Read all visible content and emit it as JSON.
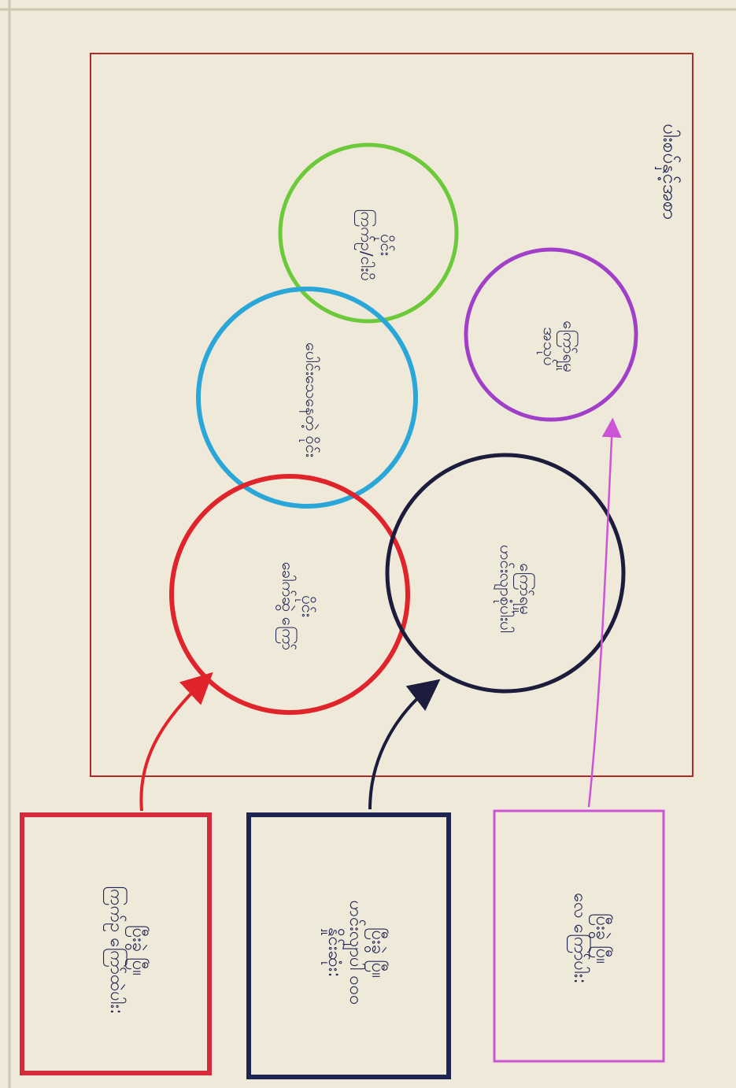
{
  "diagram": {
    "orientation": "rotated 90° clockwise (paper photographed sideways)",
    "frame_title": "ပါးစပ်နှင့်အစာ",
    "circles": [
      {
        "id": "green",
        "text": "ပိုင်း\nကြက်ဥ/ငါးပိ",
        "color": "#6cc93a"
      },
      {
        "id": "blue",
        "text": "ပေါင်းသေနေတဲ့ ဝိုင်း",
        "color": "#2aa7d8"
      },
      {
        "id": "red",
        "text": "ပိုင်း\nခေါက်ဆွဲ ကြော်",
        "color": "#e0242b"
      },
      {
        "id": "navy",
        "text": "ကြော်ရမှု\nဟင်းလျာစုံပါးပါ",
        "color": "#1c1c3c"
      },
      {
        "id": "purple",
        "text": "ကြော်ရမှု\nအသုပ်",
        "color": "#a040c8"
      }
    ],
    "boxes": [
      {
        "id": "red",
        "text": "ပြီးခွဲ ပြီ။\nကြက်ဥ ကြော်ထဲပါး:",
        "color": "#d42a3a"
      },
      {
        "id": "navy",
        "text": "ပြီးခွဲ ပြီ။\nဟင်းလျာပါ ဝဝဝ\nနှိုင်းဆုံး:",
        "color": "#1f2352"
      },
      {
        "id": "purple",
        "text": "ပြီးခွဲ ပြီ။\nလေ ကြော်ပါး:",
        "color": "#cc55d6"
      }
    ],
    "colors": {
      "frame": "#b02a2a",
      "paper": "#efe9da"
    }
  }
}
